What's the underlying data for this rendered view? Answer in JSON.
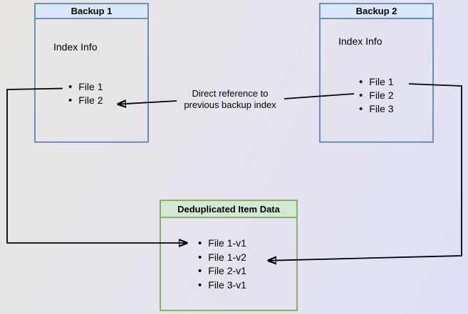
{
  "diagram": {
    "backup1": {
      "title": "Backup 1",
      "index_label": "Index Info",
      "files": [
        "File 1",
        "File 2"
      ]
    },
    "backup2": {
      "title": "Backup 2",
      "index_label": "Index Info",
      "files": [
        "File 1",
        "File 2",
        "File 3"
      ]
    },
    "dedup_store": {
      "title": "Deduplicated Item Data",
      "items": [
        "File 1-v1",
        "File 1-v2",
        "File 2-v1",
        "File 3-v1"
      ]
    },
    "annotation": {
      "line1": "Direct reference to",
      "line2": "previous backup index"
    },
    "colors": {
      "backup_header_fill": "#dae8fc",
      "backup_border": "#6c8ebf",
      "dedup_header_fill": "#d5e8d4",
      "dedup_border": "#82b366",
      "arrow": "#000000",
      "background_start": "#e9e6e2",
      "background_end": "#dee0f6"
    }
  }
}
